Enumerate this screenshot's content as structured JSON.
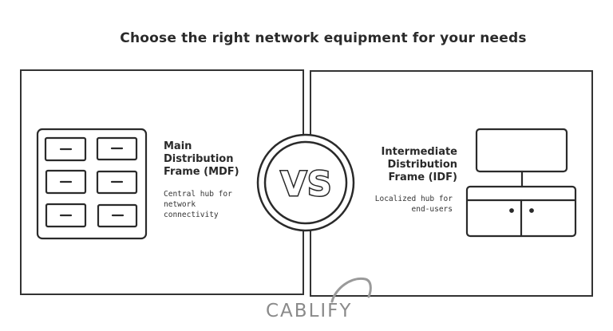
{
  "title": "Choose the right network equipment for your needs",
  "left": {
    "heading": "Main Distribution Frame (MDF)",
    "heading_lines": [
      "Main",
      "Distribution",
      "Frame (MDF)"
    ],
    "description_lines": [
      "Central hub for",
      "network",
      "connectivity"
    ]
  },
  "right": {
    "heading_lines": [
      "Intermediate",
      "Distribution",
      "Frame (IDF)"
    ],
    "description_lines": [
      "Localized hub for",
      "end-users"
    ]
  },
  "vs_label": "VS",
  "logo": "CABLIFY",
  "colors": {
    "ink": "#2a2a2a",
    "logo_gray": "#8a8a8a"
  }
}
